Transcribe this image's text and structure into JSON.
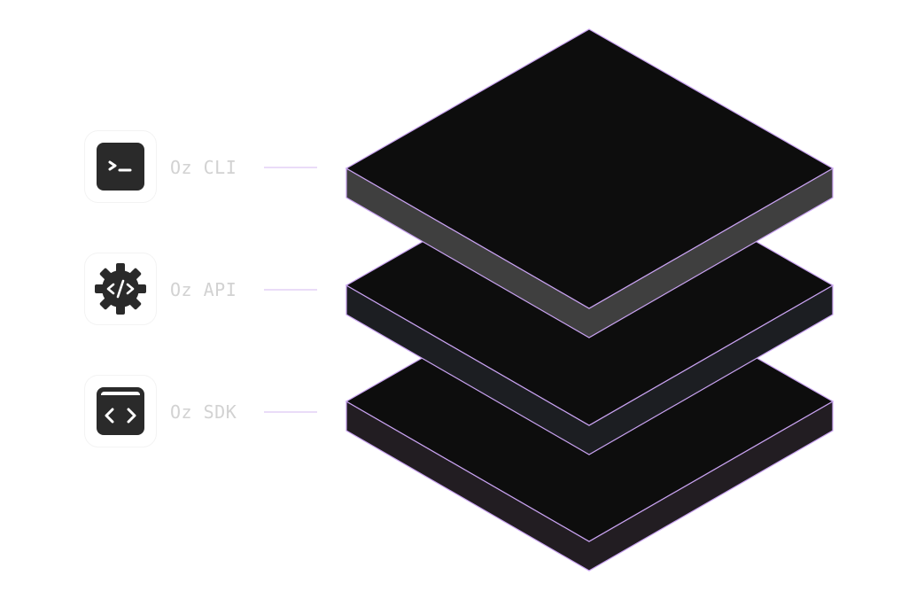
{
  "items": [
    {
      "label": "Oz CLI",
      "icon": "terminal-icon"
    },
    {
      "label": "Oz API",
      "icon": "gear-code-icon"
    },
    {
      "label": "Oz SDK",
      "icon": "code-window-icon"
    }
  ],
  "colors": {
    "outline": "#c8a2f0",
    "top_face": "#0d0d0d",
    "side_cli": "#3f3f3f",
    "side_api": "#1c1e22",
    "side_sdk": "#221d22",
    "icon": "#2a2a2a"
  }
}
